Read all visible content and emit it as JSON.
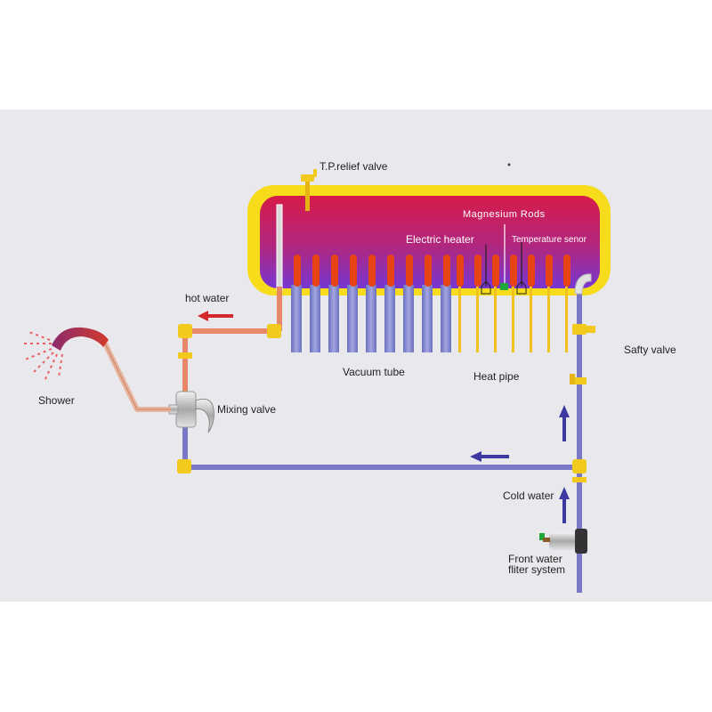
{
  "labels": {
    "tp_relief_valve": "T.P.relief valve",
    "magnesium_rods": "Magnesium Rods",
    "electric_heater": "Electric heater",
    "temperature_sensor": "Temperature senor",
    "hot_water": "hot water",
    "safety_valve": "Safty valve",
    "vacuum_tube": "Vacuum tube",
    "heat_pipe": "Heat pipe",
    "shower": "Shower",
    "mixing_valve": "Mixing valve",
    "cold_water": "Cold water",
    "front_filter_line1": "Front water",
    "front_filter_line2": "fliter system"
  },
  "colors": {
    "tank_frame": "#f7dc1b",
    "tank_top": "#d51c4a",
    "tank_bottom": "#7a3ad0",
    "tube": "#7b7fc8",
    "heat_pipe": "#f1c21b",
    "hot_pipe": "#e8886a",
    "cold_pipe": "#7a78c6",
    "hot_arrow": "#d6282a",
    "cold_arrow": "#3c3aa0"
  }
}
